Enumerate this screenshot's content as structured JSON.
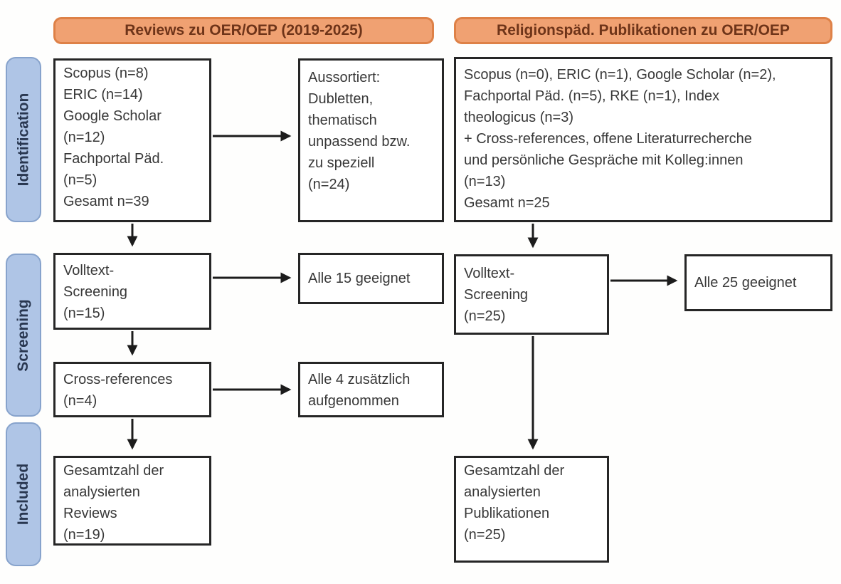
{
  "diagram": {
    "title_note": "",
    "columns": [
      {
        "header": "Reviews zu OER/OEP (2019-2025)"
      },
      {
        "header": "Religionspäd. Publikationen zu OER/OEP"
      }
    ],
    "stages": [
      "Identification",
      "Screening",
      "Included"
    ],
    "boxes": {
      "left_sources": [
        "Scopus (n=8)",
        "ERIC (n=14)",
        "Google Scholar",
        "(n=12)",
        "Fachportal Päd.",
        "(n=5)",
        "Gesamt n=39"
      ],
      "left_excluded": [
        "Aussortiert:",
        "Dubletten,",
        "thematisch",
        "unpassend bzw.",
        "zu speziell",
        "(n=24)"
      ],
      "left_fulltext": [
        "Volltext-",
        "Screening",
        "(n=15)"
      ],
      "left_fulltext_result": [
        "Alle 15 geeignet"
      ],
      "left_crossref": [
        "Cross-references",
        "(n=4)"
      ],
      "left_crossref_result": [
        "Alle 4 zusätzlich",
        "aufgenommen"
      ],
      "left_total": [
        "Gesamtzahl der",
        "analysierten",
        "Reviews",
        "(n=19)"
      ],
      "right_sources": [
        "Scopus (n=0), ERIC (n=1), Google Scholar (n=2),",
        "Fachportal Päd. (n=5), RKE (n=1), Index",
        "theologicus (n=3)",
        "+ Cross-references, offene Literaturrecherche",
        "und persönliche Gespräche mit Kolleg:innen",
        "(n=13)",
        "Gesamt n=25"
      ],
      "right_fulltext": [
        "Volltext-",
        "Screening",
        "(n=25)"
      ],
      "right_fulltext_result": [
        "Alle 25 geeignet"
      ],
      "right_total": [
        "Gesamtzahl der",
        "analysierten",
        "Publikationen",
        "(n=25)"
      ]
    },
    "connections": [
      {
        "from": "left_sources",
        "to": "left_excluded"
      },
      {
        "from": "left_sources",
        "to": "left_fulltext"
      },
      {
        "from": "left_fulltext",
        "to": "left_fulltext_result"
      },
      {
        "from": "left_fulltext",
        "to": "left_crossref"
      },
      {
        "from": "left_crossref",
        "to": "left_crossref_result"
      },
      {
        "from": "left_crossref",
        "to": "left_total"
      },
      {
        "from": "right_sources",
        "to": "right_fulltext"
      },
      {
        "from": "right_fulltext",
        "to": "right_fulltext_result"
      },
      {
        "from": "right_fulltext",
        "to": "right_total"
      }
    ],
    "colors": {
      "background": "#FEFEFD",
      "header_fill": "#F0A172",
      "header_border": "#DE8147",
      "header_text": "#6E3419",
      "stage_fill": "#AFC5E6",
      "stage_border": "#87A3CC",
      "stage_text": "#293750",
      "box_border": "#262626",
      "box_text": "#383838",
      "arrow": "#1C1C1C"
    }
  }
}
